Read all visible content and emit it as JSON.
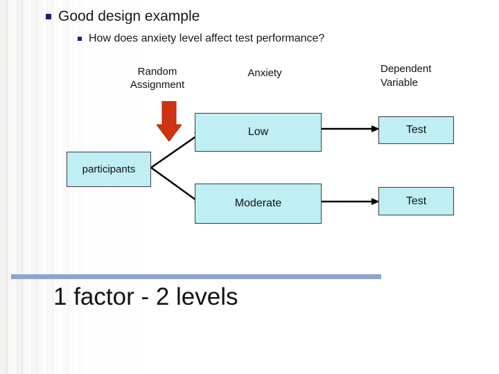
{
  "slide": {
    "title": "Good design example",
    "subtitle": "How does anxiety level affect test performance?",
    "footer": "1 factor - 2 levels",
    "bullet_color": "#1f1f7a",
    "box_fill": "#bfeef4",
    "box_border": "#3a3a3a",
    "rule_color": "#8aa6d0",
    "arrow_color": "#000000",
    "down_arrow_color": "#cc2200"
  },
  "columns": {
    "random_assignment": "Random\nAssignment",
    "random_assignment_line1": "Random",
    "random_assignment_line2": "Assignment",
    "anxiety": "Anxiety",
    "dependent_variable_line1": "Dependent",
    "dependent_variable_line2": "Variable"
  },
  "diagram": {
    "source_node": "participants",
    "levels": [
      {
        "label": "Low",
        "outcome": "Test"
      },
      {
        "label": "Moderate",
        "outcome": "Test"
      }
    ]
  }
}
